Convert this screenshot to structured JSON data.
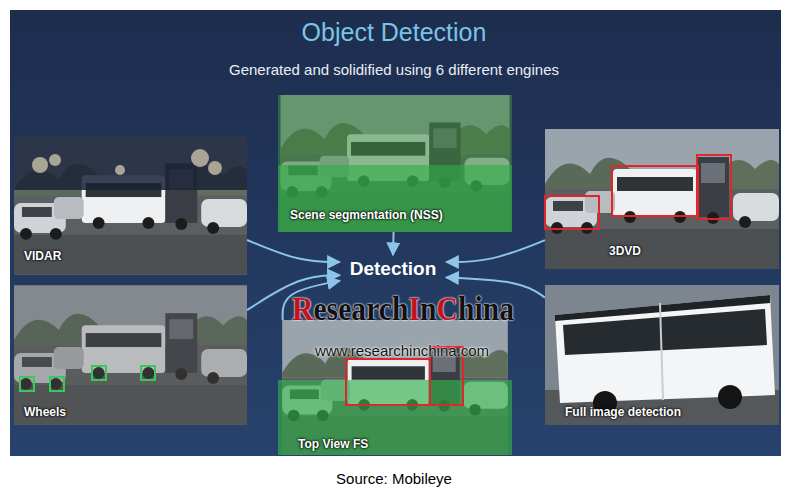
{
  "diagram": {
    "title": "Object Detection",
    "caption": "Source: Mobileye",
    "nodes": [
      {
        "text": [
          "VIDAR"
        ]
      },
      {
        "text": [
          "Scene segmentation (NSS)"
        ]
      },
      {
        "text": [
          "3DVD"
        ]
      },
      {
        "text": [
          "Detection"
        ]
      },
      {
        "text": [
          "Wheels"
        ]
      },
      {
        "text": [
          "Top View FS"
        ]
      },
      {
        "text": [
          "Full image detection"
        ]
      }
    ],
    "edges": [
      {
        "from": 0,
        "to": 3,
        "arrow": "to"
      },
      {
        "from": 1,
        "to": 3,
        "arrow": "to"
      },
      {
        "from": 2,
        "to": 3,
        "arrow": "to"
      },
      {
        "from": 4,
        "to": 3,
        "arrow": "to"
      },
      {
        "from": 5,
        "to": 3,
        "arrow": "to"
      },
      {
        "from": 6,
        "to": 3,
        "arrow": "to"
      }
    ],
    "labels": [
      "Generated and solidified using 6 different engines",
      "ResearchInChina",
      "www.researchinchina.com"
    ]
  }
}
